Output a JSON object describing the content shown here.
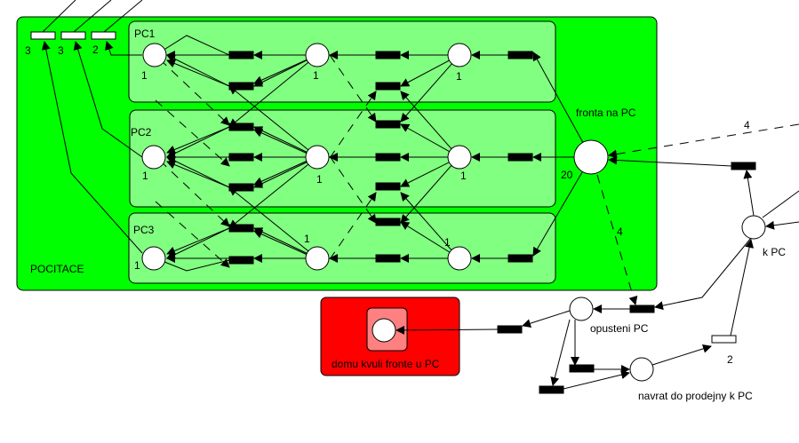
{
  "colors": {
    "outer_region": "#00ff00",
    "pc_region": "#80ff80",
    "home_region": "#ff0000",
    "home_inner": "#ff8080",
    "transition": "#000000"
  },
  "regions": {
    "pocitace": "POCITACE",
    "pc1": "PC1",
    "pc2": "PC2",
    "pc3": "PC3",
    "home": "domu kvuli fronte u PC"
  },
  "labels": {
    "queue_place": "fronta na PC",
    "queue_tokens": "20",
    "arc_weight_in": "4",
    "arc_weight_out": "4",
    "to_pc": "k PC",
    "leave_pc": "opusteni PC",
    "return_weight": "2",
    "return_place": "navrat do prodejny k PC",
    "top_t1": "3",
    "top_t2": "3",
    "top_t3": "2",
    "pc1_tokens": "1",
    "pc1_mid_tokens": "1",
    "pc1_right_tokens": "1",
    "pc2_tokens": "1",
    "pc2_mid_tokens": "1",
    "pc2_right_tokens": "1",
    "pc3_tokens": "1",
    "pc3_mid_tokens": "1",
    "pc3_right_tokens": "1"
  }
}
